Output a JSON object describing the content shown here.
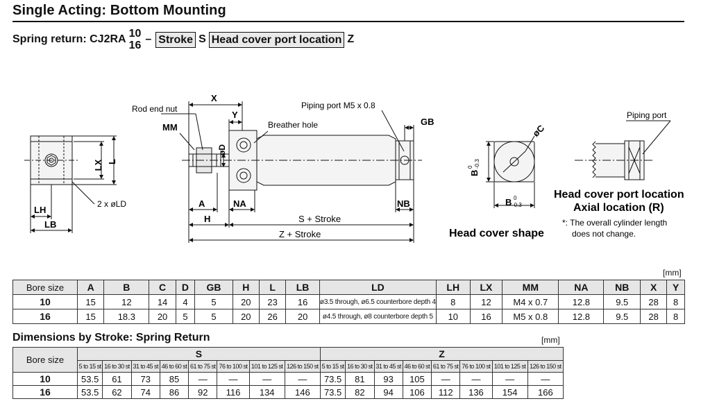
{
  "header": {
    "title": "Single Acting: Bottom Mounting",
    "subtitle_prefix": "Spring return: CJ2RA",
    "bore_top": "10",
    "bore_bottom": "16",
    "dash": "–",
    "stroke_box": "Stroke",
    "s_letter": "S",
    "port_box": "Head cover port location",
    "z_letter": "Z"
  },
  "drawing": {
    "rod_end_nut": "Rod end nut",
    "mm": "MM",
    "x": "X",
    "y": "Y",
    "d": "øD",
    "piping_port_m5": "Piping port M5 x 0.8",
    "breather_hole": "Breather hole",
    "gb": "GB",
    "lx": "LX",
    "l": "L",
    "two_ld": "2 x øLD",
    "lh": "LH",
    "lb": "LB",
    "a": "A",
    "h": "H",
    "na": "NA",
    "nb": "NB",
    "s_stroke": "S + Stroke",
    "z_stroke": "Z + Stroke",
    "b_tol_vert": "B -0.3 0",
    "b_tol": "B",
    "tol_top": "0",
    "tol_bottom": "-0.3",
    "c": "øC",
    "head_cover_shape": "Head cover shape",
    "piping_port": "Piping port",
    "head_cover_port_location": "Head cover port location",
    "axial_location": "Axial location (R)",
    "note_line1": "*: The overall cylinder length",
    "note_line2": "does not change."
  },
  "dimensions_table": {
    "unit": "[mm]",
    "headers": [
      "Bore size",
      "A",
      "B",
      "C",
      "D",
      "GB",
      "H",
      "L",
      "LB",
      "LD",
      "LH",
      "LX",
      "MM",
      "NA",
      "NB",
      "X",
      "Y"
    ],
    "rows": [
      [
        "10",
        "15",
        "12",
        "14",
        "4",
        "5",
        "20",
        "23",
        "16",
        "ø3.5 through, ø6.5 counterbore depth 4",
        "8",
        "12",
        "M4 x 0.7",
        "12.8",
        "9.5",
        "28",
        "8"
      ],
      [
        "16",
        "15",
        "18.3",
        "20",
        "5",
        "5",
        "20",
        "26",
        "20",
        "ø4.5 through, ø8 counterbore depth 5",
        "10",
        "16",
        "M5 x 0.8",
        "12.8",
        "9.5",
        "28",
        "8"
      ]
    ]
  },
  "stroke_table": {
    "title": "Dimensions by Stroke: Spring Return",
    "unit": "[mm]",
    "bore_size": "Bore size",
    "s_label": "S",
    "z_label": "Z",
    "ranges": [
      "5 to 15 st",
      "16 to 30 st",
      "31 to 45 st",
      "46 to 60 st",
      "61 to 75 st",
      "76 to 100 st",
      "101 to 125 st",
      "126 to 150 st"
    ],
    "rows": [
      {
        "bore": "10",
        "s": [
          "53.5",
          "61",
          "73",
          "85",
          "—",
          "—",
          "—",
          "—"
        ],
        "z": [
          "73.5",
          "81",
          "93",
          "105",
          "—",
          "—",
          "—",
          "—"
        ]
      },
      {
        "bore": "16",
        "s": [
          "53.5",
          "62",
          "74",
          "86",
          "92",
          "116",
          "134",
          "146"
        ],
        "z": [
          "73.5",
          "82",
          "94",
          "106",
          "112",
          "136",
          "154",
          "166"
        ]
      }
    ]
  }
}
